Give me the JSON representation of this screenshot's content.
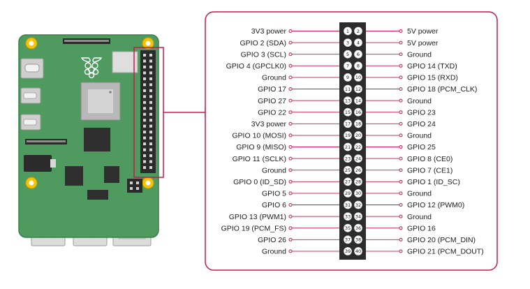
{
  "colors": {
    "accent": "#c51a4a",
    "board": "#4f9a5e",
    "board_edge": "#3c7e49",
    "header": "#2c2c2c",
    "pin": "#ffffff"
  },
  "icons": {
    "logo": "raspberry-logo-icon"
  },
  "pins": [
    {
      "left": {
        "num": "1",
        "label": "3V3 power"
      },
      "right": {
        "num": "2",
        "label": "5V power"
      }
    },
    {
      "left": {
        "num": "3",
        "label": "GPIO 2 (SDA)"
      },
      "right": {
        "num": "4",
        "label": "5V power"
      }
    },
    {
      "left": {
        "num": "5",
        "label": "GPIO 3 (SCL)"
      },
      "right": {
        "num": "6",
        "label": "Ground"
      }
    },
    {
      "left": {
        "num": "7",
        "label": "GPIO 4 (GPCLK0)"
      },
      "right": {
        "num": "8",
        "label": "GPIO 14 (TXD)"
      }
    },
    {
      "left": {
        "num": "9",
        "label": "Ground"
      },
      "right": {
        "num": "10",
        "label": "GPIO 15 (RXD)"
      }
    },
    {
      "left": {
        "num": "11",
        "label": "GPIO 17"
      },
      "right": {
        "num": "12",
        "label": "GPIO 18 (PCM_CLK)"
      }
    },
    {
      "left": {
        "num": "13",
        "label": "GPIO 27"
      },
      "right": {
        "num": "14",
        "label": "Ground"
      }
    },
    {
      "left": {
        "num": "15",
        "label": "GPIO 22"
      },
      "right": {
        "num": "16",
        "label": "GPIO 23"
      }
    },
    {
      "left": {
        "num": "17",
        "label": "3V3 power"
      },
      "right": {
        "num": "18",
        "label": "GPIO 24"
      }
    },
    {
      "left": {
        "num": "19",
        "label": "GPIO 10 (MOSI)"
      },
      "right": {
        "num": "20",
        "label": "Ground"
      }
    },
    {
      "left": {
        "num": "21",
        "label": "GPIO 9 (MISO)"
      },
      "right": {
        "num": "22",
        "label": "GPIO 25"
      }
    },
    {
      "left": {
        "num": "23",
        "label": "GPIO 11 (SCLK)"
      },
      "right": {
        "num": "24",
        "label": "GPIO 8 (CE0)"
      }
    },
    {
      "left": {
        "num": "25",
        "label": "Ground"
      },
      "right": {
        "num": "26",
        "label": "GPIO 7 (CE1)"
      }
    },
    {
      "left": {
        "num": "27",
        "label": "GPIO 0 (ID_SD)"
      },
      "right": {
        "num": "28",
        "label": "GPIO 1 (ID_SC)"
      }
    },
    {
      "left": {
        "num": "29",
        "label": "GPIO 5"
      },
      "right": {
        "num": "30",
        "label": "Ground"
      }
    },
    {
      "left": {
        "num": "31",
        "label": "GPIO 6"
      },
      "right": {
        "num": "32",
        "label": "GPIO 12 (PWM0)"
      }
    },
    {
      "left": {
        "num": "33",
        "label": "GPIO 13 (PWM1)"
      },
      "right": {
        "num": "34",
        "label": "Ground"
      }
    },
    {
      "left": {
        "num": "35",
        "label": "GPIO 19 (PCM_FS)"
      },
      "right": {
        "num": "36",
        "label": "GPIO 16"
      }
    },
    {
      "left": {
        "num": "37",
        "label": "GPIO 26"
      },
      "right": {
        "num": "38",
        "label": "GPIO 20 (PCM_DIN)"
      }
    },
    {
      "left": {
        "num": "39",
        "label": "Ground"
      },
      "right": {
        "num": "40",
        "label": "GPIO 21 (PCM_DOUT)"
      }
    }
  ]
}
